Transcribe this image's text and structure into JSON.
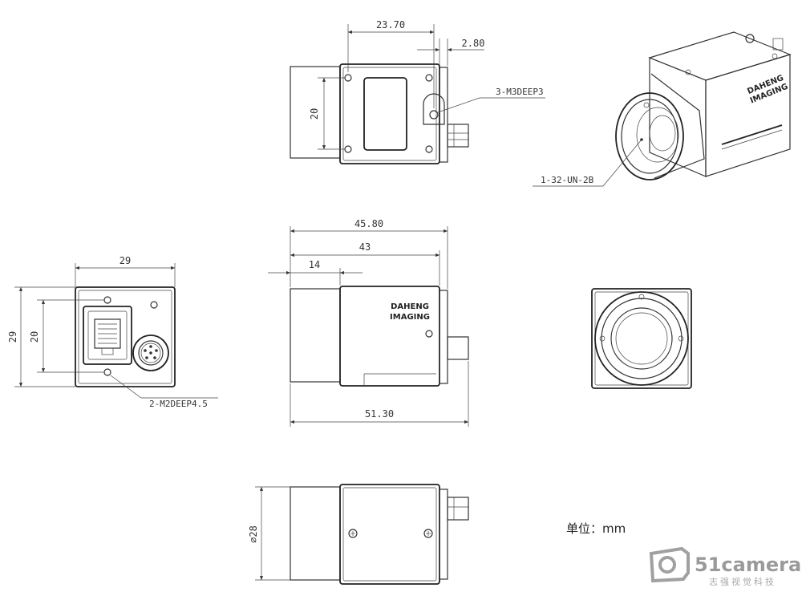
{
  "dimensions": {
    "top_width": "23.70",
    "top_offset": "2.80",
    "top_height": "20",
    "top_screw_note": "3-M3DEEP3",
    "iso_thread_note": "1-32-UN-2B",
    "side_total": "45.80",
    "side_body": "43",
    "side_lens": "14",
    "side_overall": "51.30",
    "back_width": "29",
    "back_height_outer": "29",
    "back_height_inner": "20",
    "back_screw_note": "2-M2DEEP4.5",
    "bottom_diameter": "∅28"
  },
  "brand": {
    "line1": "DAHENG",
    "line2": "IMAGING"
  },
  "unit_label": "单位：mm",
  "watermark": {
    "name": "51camera",
    "tagline": "志强视觉科技"
  }
}
